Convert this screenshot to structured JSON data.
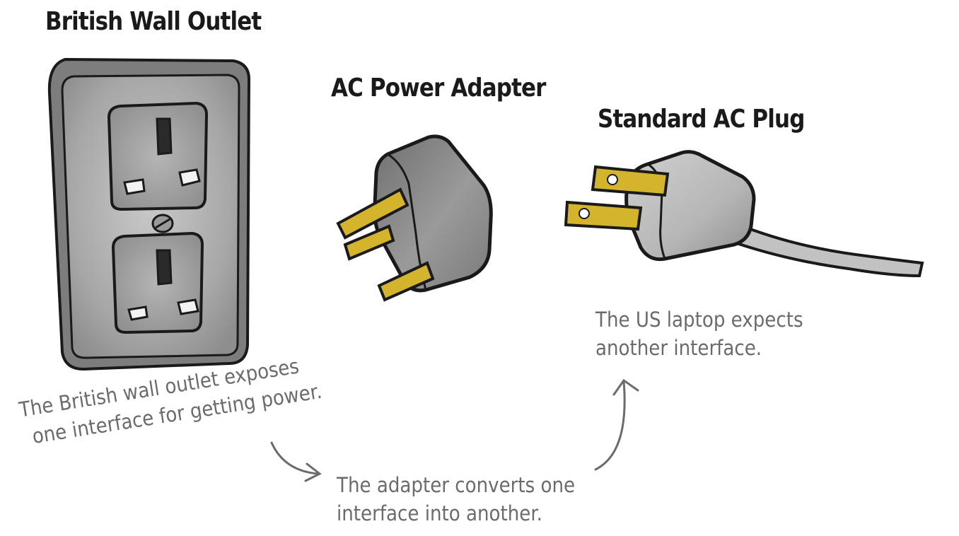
{
  "titles": {
    "outlet": "British Wall Outlet",
    "adapter": "AC Power Adapter",
    "plug": "Standard AC Plug"
  },
  "notes": {
    "outlet": [
      "The British wall outlet exposes",
      "one interface for getting power."
    ],
    "adapter": [
      "The adapter converts one",
      "interface into another."
    ],
    "plug": [
      "The US laptop expects",
      "another interface."
    ]
  },
  "colors": {
    "ink": "#1a1a1a",
    "note_text": "#6b6b6b",
    "arrow": "#6b6b6b",
    "outlet_gray": "#a9a9a9",
    "adapter_gray": "#8f8f8f",
    "plug_gray": "#bdbdbd",
    "brass": "#d4b42c"
  },
  "icons": [
    "british-wall-outlet",
    "ac-power-adapter",
    "standard-ac-plug",
    "curved-arrow"
  ]
}
